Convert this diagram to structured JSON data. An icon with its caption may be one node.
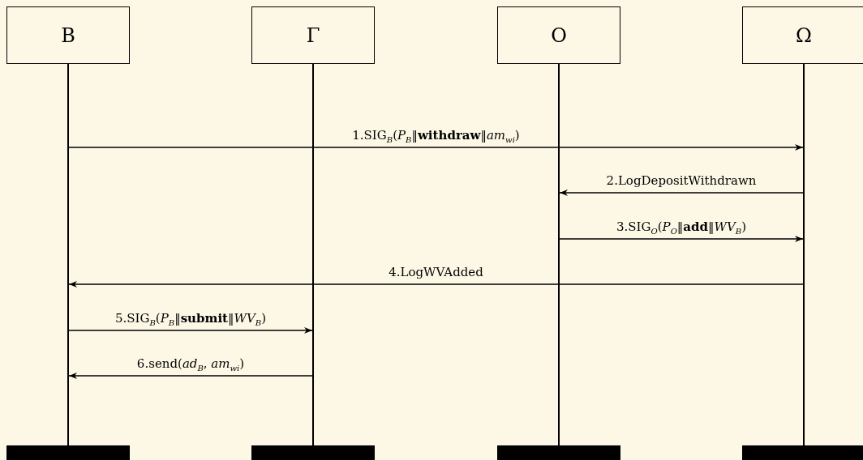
{
  "diagram": {
    "nodes": [
      {
        "text": [
          "B"
        ]
      },
      {
        "text": [
          "Γ"
        ]
      },
      {
        "text": [
          "O"
        ]
      },
      {
        "text": [
          "Ω"
        ]
      },
      {
        "text": [],
        "shape": "line"
      },
      {
        "text": [],
        "shape": "line"
      },
      {
        "text": [],
        "shape": "line"
      },
      {
        "text": [],
        "shape": "line"
      },
      {
        "text": [],
        "shape": "bar"
      },
      {
        "text": [],
        "shape": "bar"
      },
      {
        "text": [],
        "shape": "bar"
      },
      {
        "text": [],
        "shape": "bar"
      }
    ],
    "edges": [
      {
        "from": 4,
        "to": 7,
        "arrow": "to",
        "label": "1.SIG$_{B}$(*P*$_{B}$‖**withdraw**‖*am*$_{wi}$)"
      },
      {
        "from": 7,
        "to": 6,
        "arrow": "to",
        "label": "2.LogDepositWithdrawn"
      },
      {
        "from": 6,
        "to": 7,
        "arrow": "to",
        "label": "3.SIG$_{O}$(*P*$_{O}$‖**add**‖*WV*$_{B}$)"
      },
      {
        "from": 7,
        "to": 4,
        "arrow": "to",
        "label": "4.LogWVAdded"
      },
      {
        "from": 4,
        "to": 5,
        "arrow": "to",
        "label": "5.SIG$_{B}$(*P*$_{B}$‖**submit**‖*WV*$_{B}$)"
      },
      {
        "from": 5,
        "to": 4,
        "arrow": "to",
        "label": "6.send(*ad*$_{B}$, *am*$_{wi}$)"
      }
    ]
  }
}
